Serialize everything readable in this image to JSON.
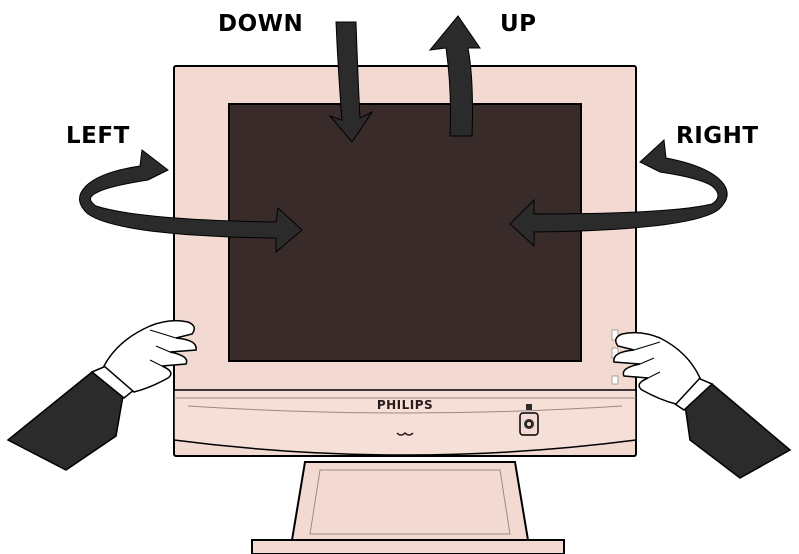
{
  "labels": {
    "down": "DOWN",
    "up": "UP",
    "left": "LEFT",
    "right": "RIGHT"
  },
  "monitor": {
    "brand": "PHILIPS"
  },
  "colors": {
    "bezel": "#f2dad2",
    "bezel_edge": "#9c8a86",
    "screen": "#3a2b2b",
    "arrow": "#2b2b2b",
    "outline": "#000000"
  },
  "icons": [
    "down-arrow-icon",
    "up-arrow-icon",
    "left-tilt-arrow-icon",
    "right-tilt-arrow-icon",
    "power-button-icon",
    "hand-icon"
  ]
}
